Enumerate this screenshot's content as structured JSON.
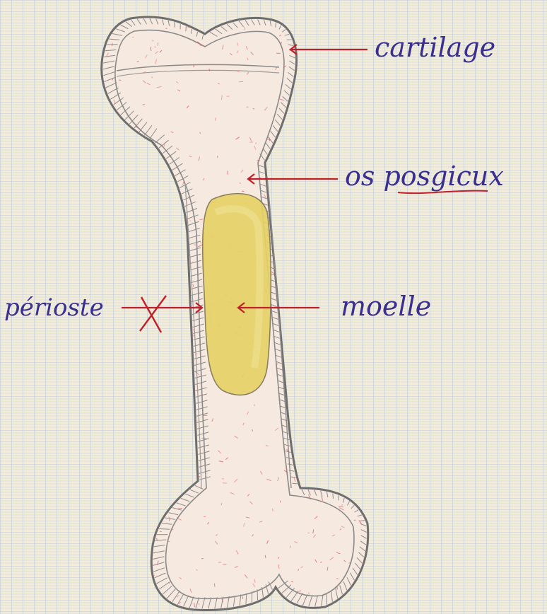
{
  "labels": {
    "cartilage": "cartilage",
    "os_spongieux": "os posgicux",
    "moelle": "moelle",
    "perioste": "périoste"
  },
  "colors": {
    "paper": "#f3ecd7",
    "grid_blue": "#9fb4d6",
    "margin_red": "#e08a8a",
    "ink_purple": "#3a2f8f",
    "pencil": "#777777",
    "red_pen": "#c0202a",
    "marrow_yellow": "#e4cf63",
    "speckle_red": "#e05b64"
  }
}
